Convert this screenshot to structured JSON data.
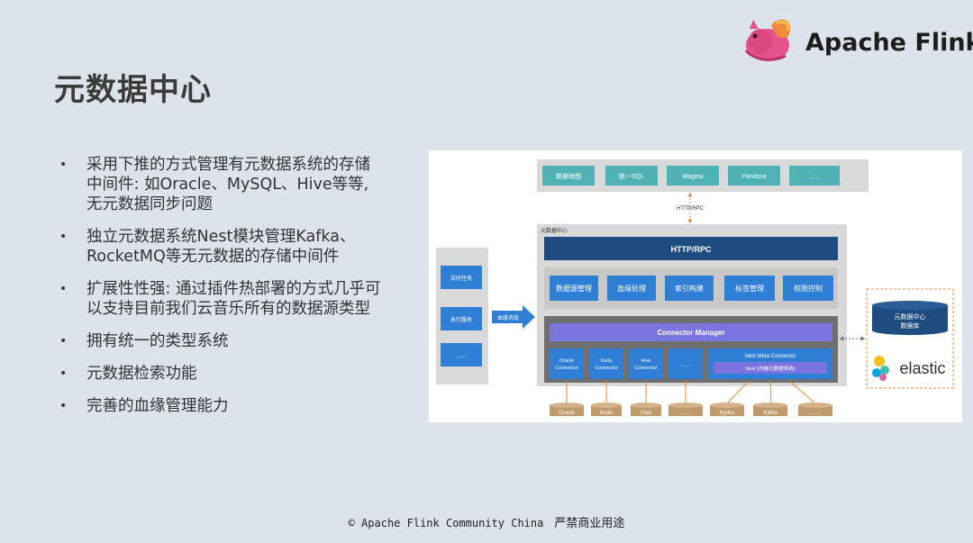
{
  "slide": {
    "title": "元数据中心",
    "logo_text": "Apache Flink",
    "bullets": [
      "采用下推的方式管理有元数据系统的存储中间件: 如Oracle、MySQL、Hive等等, 无元数据同步问题",
      "独立元数据系统Nest模块管理Kafka、RocketMQ等无元数据的存储中间件",
      "扩展性性强: 通过插件热部署的方式几乎可以支持目前我们云音乐所有的数据源类型",
      "拥有统一的类型系统",
      "元数据检索功能",
      "完善的血缘管理能力"
    ],
    "footer_copyright": "© Apache Flink Community China",
    "footer_note": "严禁商业用途"
  },
  "diagram": {
    "top_apps": [
      "数据地图",
      "统一SQL",
      "Magina",
      "Pandora",
      "......"
    ],
    "http_rpc_link": "HTTP/RPC",
    "center_label": "元数据中心",
    "http_rpc_bar": "HTTP/RPC",
    "services": [
      "数据源管理",
      "血缘处理",
      "索引构建",
      "标签管理",
      "权限控制"
    ],
    "connector_manager": "Connector Manager",
    "connectors": [
      "Oracle Connector",
      "Kudu Connector",
      "Hive Connector",
      "......"
    ],
    "nest_meta_connector": "Nest Meta Connector",
    "nest_inner": "Nest (内嵌元数据系统)",
    "left_tasks": [
      "实时任务",
      "执行服务",
      "......"
    ],
    "lineage_msg": "血缘消息",
    "storage_db_label_1": "元数据中心",
    "storage_db_label_2": "数据库",
    "elastic_label": "elastic",
    "bottom_stores": [
      "Oracle",
      "Kudu",
      "Hive",
      "......",
      "Nydus",
      "Kafka",
      "......"
    ],
    "colors": {
      "teal": "#4fb3b5",
      "navy": "#1e4c80",
      "blue": "#2f7fd6",
      "purple": "#7a74de",
      "tan": "#c09a6b",
      "orange": "#e0893d"
    }
  }
}
